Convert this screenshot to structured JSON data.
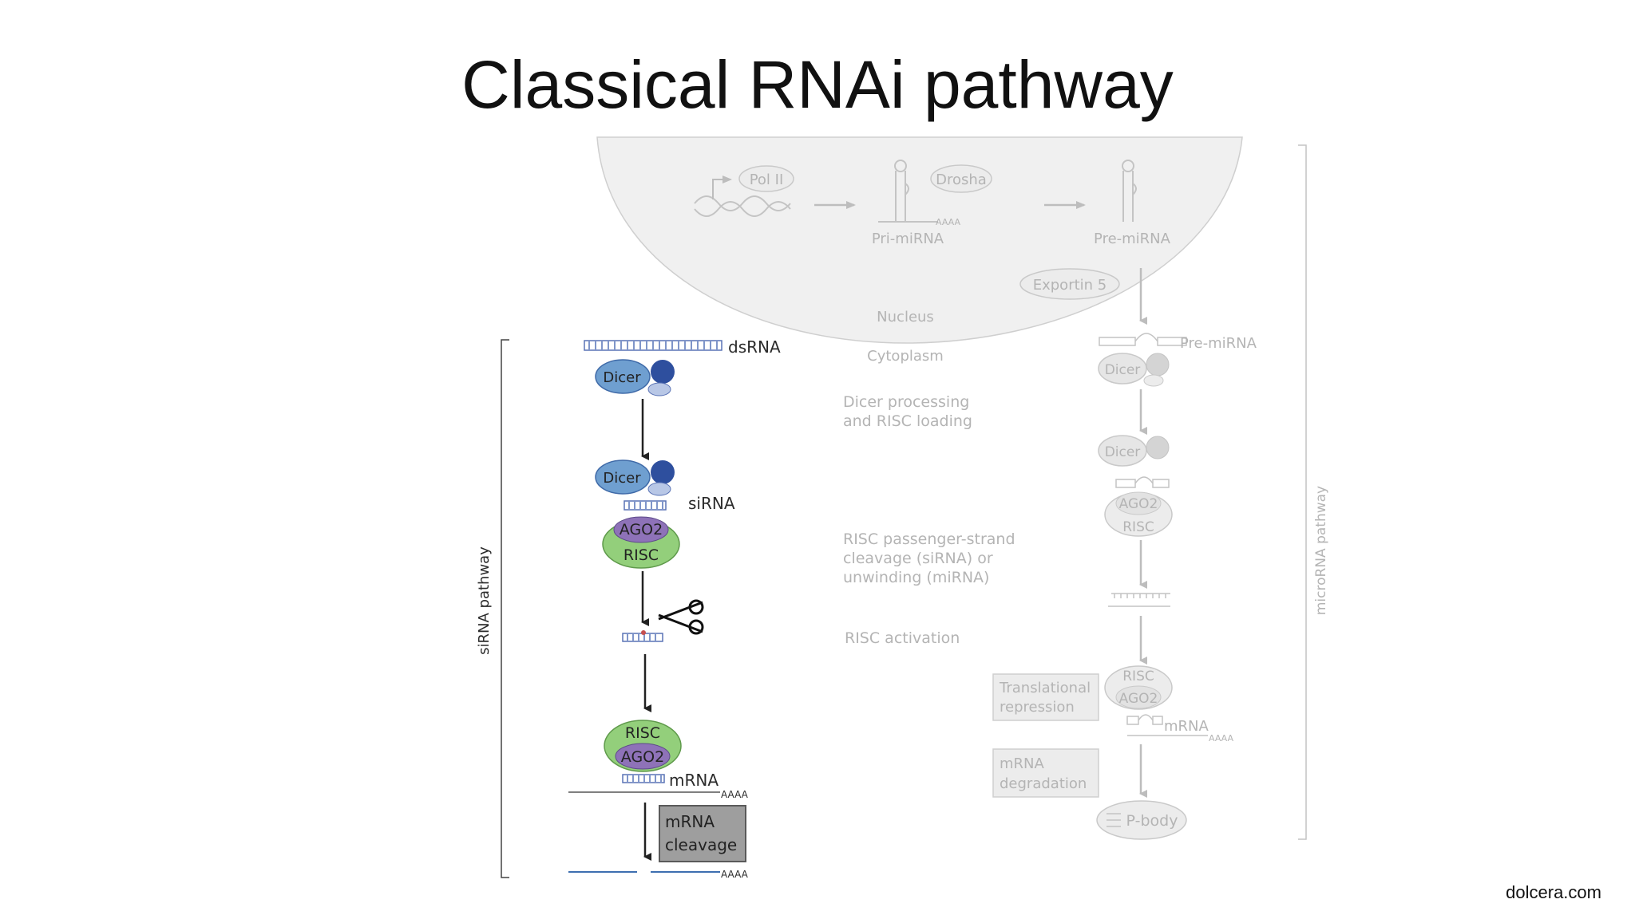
{
  "title": "Classical RNAi pathway",
  "footer": "dolcera.com",
  "nucleus": {
    "pol2": "Pol II",
    "drosha": "Drosha",
    "pri_mirna": "Pri-miRNA",
    "pre_mirna": "Pre-miRNA",
    "aaaa": "AAAA",
    "exportin": "Exportin 5",
    "nucleus_label": "Nucleus",
    "cytoplasm_label": "Cytoplasm"
  },
  "sirna_pathway": {
    "bracket_label": "siRNA pathway",
    "dsrna": "dsRNA",
    "dicer": "Dicer",
    "sirna": "siRNA",
    "ago2": "AGO2",
    "risc": "RISC",
    "mrna": "mRNA",
    "aaaa": "AAAA",
    "cleavage_box": [
      "mRNA",
      "cleavage"
    ]
  },
  "step_labels": {
    "dicer_processing": [
      "Dicer processing",
      "and RISC loading"
    ],
    "risc_passenger": [
      "RISC passenger-strand",
      "cleavage (siRNA) or",
      "unwinding (miRNA)"
    ],
    "risc_activation": "RISC activation"
  },
  "microrna_pathway": {
    "bracket_label": "microRNA pathway",
    "pre_mirna": "Pre-miRNA",
    "dicer": "Dicer",
    "ago2": "AGO2",
    "risc": "RISC",
    "mrna": "mRNA",
    "aaaa": "AAAA",
    "translational_box": [
      "Translational",
      "repression"
    ],
    "degradation_box": [
      "mRNA",
      "degradation"
    ],
    "pbody": "P-body"
  },
  "colors": {
    "dicer_blue": "#6f9fd0",
    "dicer_dark": "#2e4f9e",
    "risc_green": "#93cf7b",
    "ago2_purple": "#8e72b8",
    "rna_blue": "#7f95c9",
    "faint_gray": "#c4c4c4",
    "nucleus_fill": "#f0f0f0"
  }
}
